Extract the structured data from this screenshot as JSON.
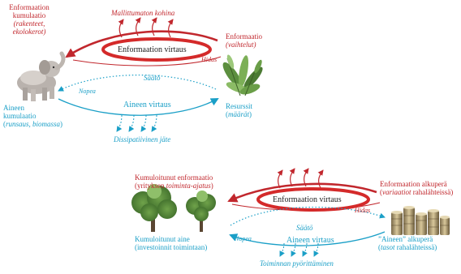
{
  "colors": {
    "information": "#c1272d",
    "matter": "#1a9fc7",
    "text": "#222222"
  },
  "ecology": {
    "noise_label": "Mallittumaton kohina",
    "info_flow_label": "Enformaation virtaus",
    "slow_label": "Hidas",
    "fast_label": "Nopea",
    "control_label": "Säätö",
    "matter_flow_label": "Aineen virtaus",
    "waste_label": "Dissipatiivinen jäte",
    "info_accumulation": {
      "line1": "Enformaation",
      "line2": "kumulaatio",
      "line3": "(rakenteet,",
      "line4": "ekolokerot)"
    },
    "info_source": {
      "line1": "Enformaatio",
      "line2": "(vaihtelut)"
    },
    "matter_accumulation": {
      "line1": "Aineen",
      "line2": "kumulaatio",
      "line3_pre": "(",
      "line3_italic": "runsaus, biomassa",
      "line3_post": ")"
    },
    "resources": {
      "line1": "Resurssit",
      "line2_pre": "(",
      "line2_italic": "määrät",
      "line2_post": ")"
    },
    "icons": {
      "elephant": "elephant-figurine",
      "plants": "fern-leaves"
    }
  },
  "economy": {
    "info_flow_label": "Enformaation virtaus",
    "slow_label": "Hidas",
    "fast_label": "Nopea",
    "control_label": "Säätö",
    "matter_flow_label": "Aineen virtaus",
    "cycling_label": "Toiminnan pyörittäminen",
    "accumulated_info": {
      "line1": "Kumuloitunut enformaatio",
      "line2_pre": "(yrityksen ",
      "line2_italic": "toiminta-ajatus",
      "line2_post": ")"
    },
    "info_origin": {
      "line1": "Enformaation alkuperä",
      "line2_pre": "(",
      "line2_italic": "variaatiot",
      "line2_post": " rahalähteissä)"
    },
    "accumulated_matter": {
      "line1": "Kumuloitunut aine",
      "line2": "(investoinnit toimintaan)"
    },
    "matter_origin": {
      "line1": "”Aineen” alkuperä",
      "line2_pre": "(",
      "line2_italic": "tasot",
      "line2_post": " rahalähteissä)"
    },
    "icons": {
      "trees": "money-trees",
      "coins": "coin-stacks"
    }
  }
}
